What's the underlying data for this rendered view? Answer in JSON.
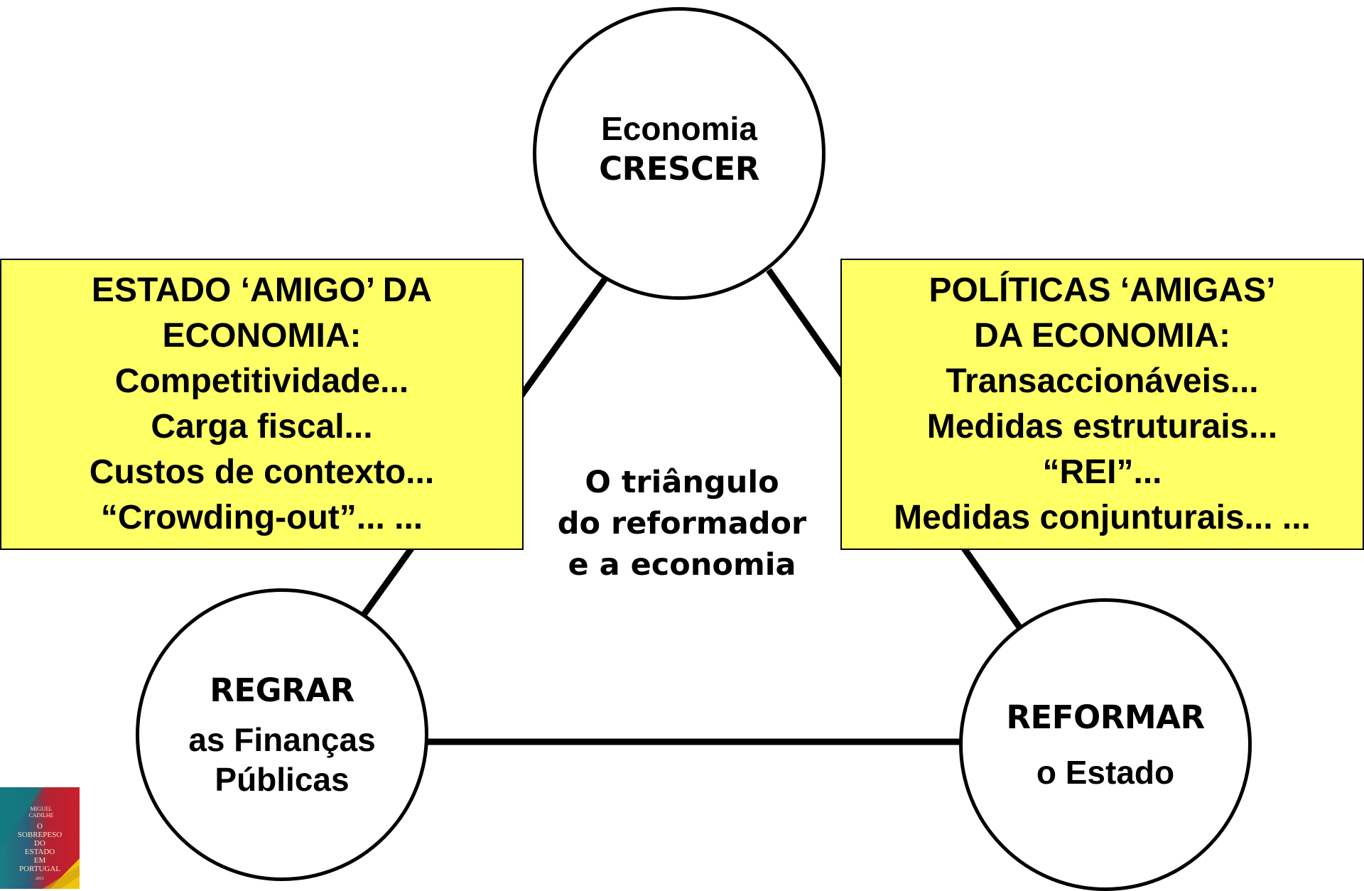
{
  "nodes": {
    "top": {
      "line1": "Economia",
      "line2": "CRESCER"
    },
    "left": {
      "line1": "REGRAR",
      "line2": "as Finanças",
      "line3": "Públicas"
    },
    "right": {
      "line1": "REFORMAR",
      "line2": "o Estado"
    }
  },
  "boxes": {
    "left": {
      "lines": [
        "ESTADO ‘AMIGO’ DA",
        "ECONOMIA:",
        "Competitividade...",
        "Carga fiscal...",
        "Custos de contexto...",
        "“Crowding-out”... ..."
      ]
    },
    "right": {
      "lines": [
        "POLÍTICAS ‘AMIGAS’",
        "DA ECONOMIA:",
        "Transaccionáveis...",
        "Medidas estruturais...",
        "“REI”...",
        "Medidas conjunturais... ..."
      ]
    }
  },
  "center": {
    "lines": [
      "O triângulo",
      "do reformador",
      "e a economia"
    ]
  },
  "book_cover": {
    "lines": [
      "MIGUEL",
      "CADILHE",
      "O",
      "SOBREPESO",
      "DO",
      "ESTADO",
      "EM",
      "PORTUGAL",
      "2011"
    ]
  },
  "colors": {
    "box_fill": "#ffff66",
    "stroke": "#000000"
  }
}
